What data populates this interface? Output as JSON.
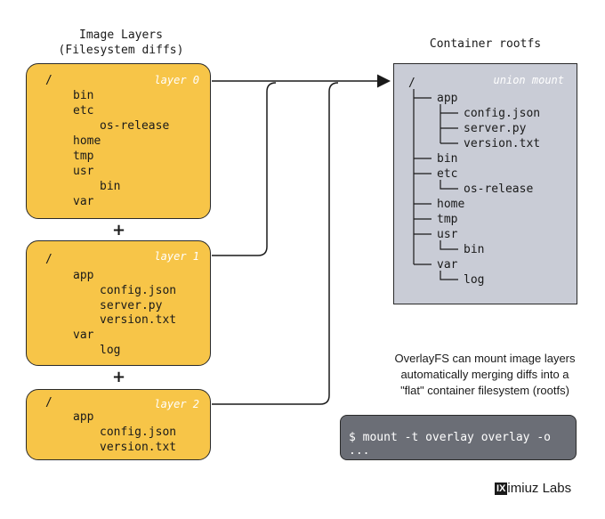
{
  "headings": {
    "image_layers": "Image Layers",
    "image_layers_sub": "(Filesystem diffs)",
    "container_rootfs": "Container rootfs"
  },
  "layers": [
    {
      "tag": "layer 0",
      "tree": [
        "/",
        "bin",
        "etc",
        "os-release",
        "home",
        "tmp",
        "usr",
        "bin",
        "var"
      ]
    },
    {
      "tag": "layer 1",
      "tree": [
        "/",
        "app",
        "config.json",
        "server.py",
        "version.txt",
        "var",
        "log"
      ]
    },
    {
      "tag": "layer 2",
      "tree": [
        "/",
        "app",
        "config.json",
        "version.txt"
      ]
    }
  ],
  "plus_sign": "+",
  "rootfs": {
    "tag": "union mount",
    "tree": [
      "/",
      "app",
      "config.json",
      "server.py",
      "version.txt",
      "bin",
      "etc",
      "os-release",
      "home",
      "tmp",
      "usr",
      "bin",
      "var",
      "log"
    ]
  },
  "note": {
    "line1": "OverlayFS can mount image layers",
    "line2": "automatically merging diffs into a",
    "line3": "\"flat\" container filesystem (rootfs)"
  },
  "command": "$ mount -t overlay overlay -o ...",
  "brand": {
    "logo": "IX",
    "name": "imiuz Labs"
  },
  "colors": {
    "layer_fill": "#f7c548",
    "rootfs_fill": "#c9ccd6",
    "command_fill": "#6b6e76"
  }
}
